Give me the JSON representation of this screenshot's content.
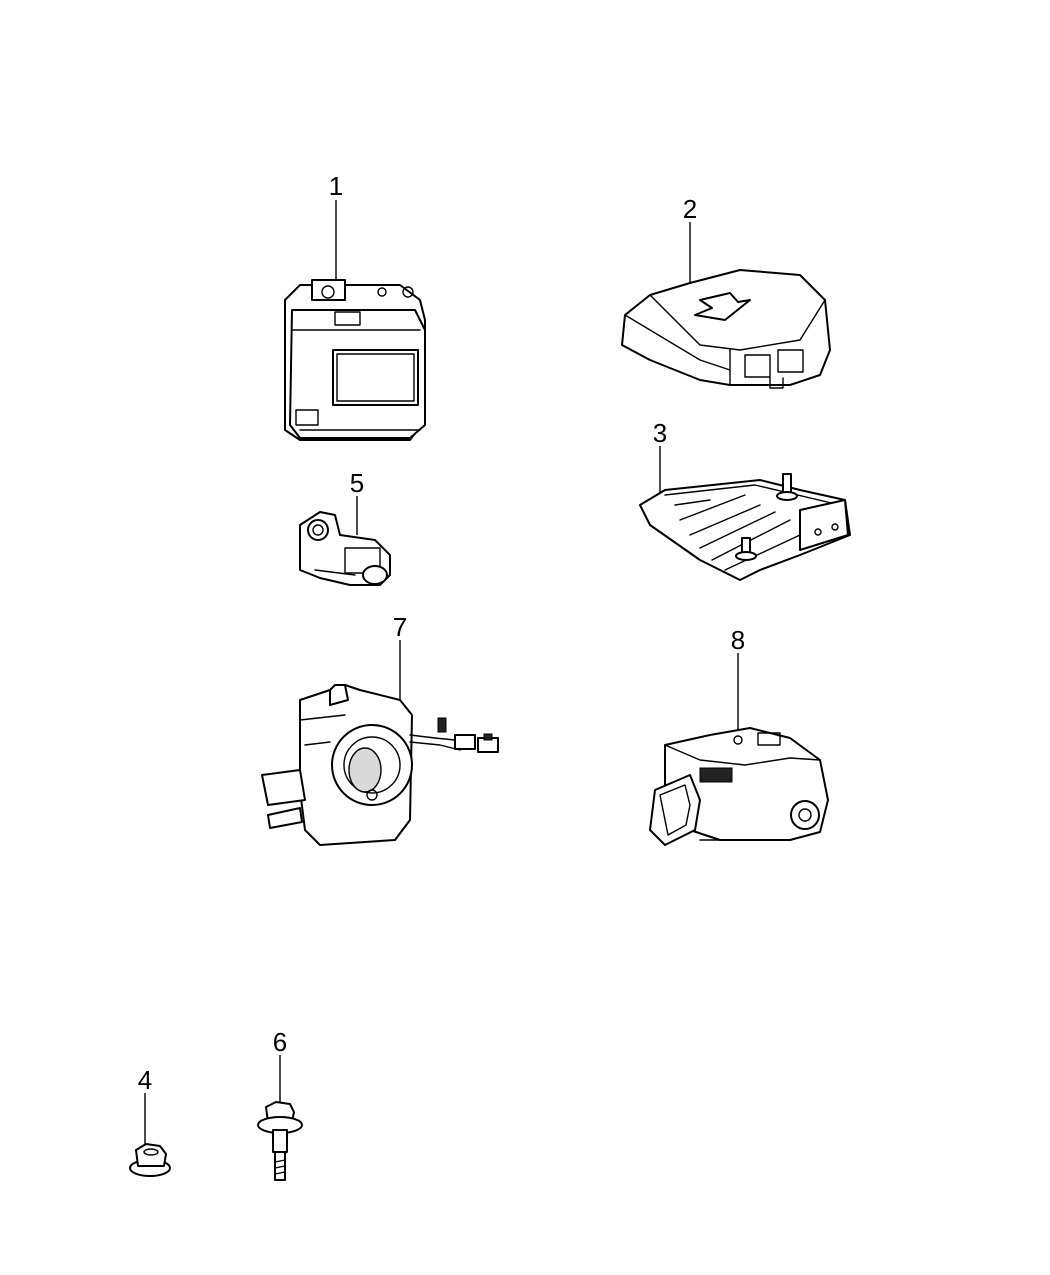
{
  "callouts": {
    "p1": "1",
    "p2": "2",
    "p3": "3",
    "p4": "4",
    "p5": "5",
    "p6": "6",
    "p7": "7",
    "p8": "8"
  },
  "colors": {
    "line": "#000000",
    "background": "#ffffff"
  }
}
